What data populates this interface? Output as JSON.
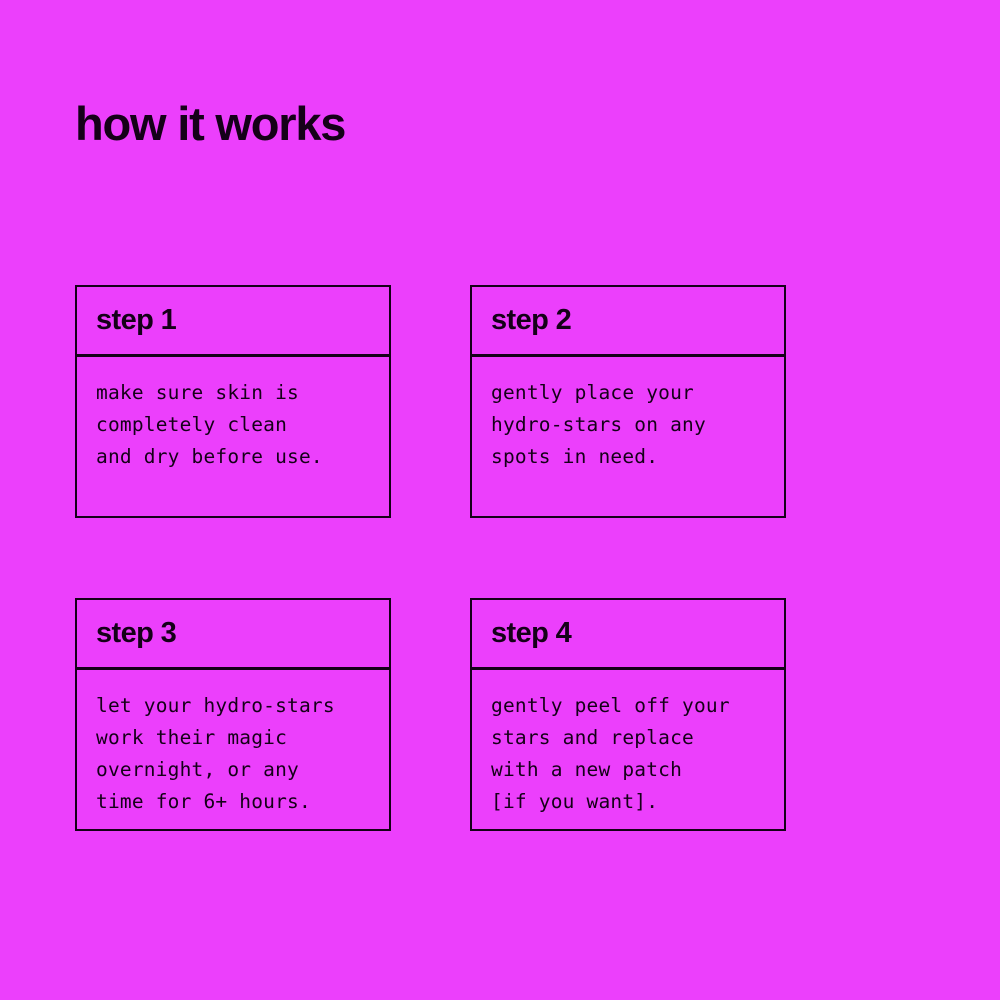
{
  "page": {
    "background_color": "#ec3ffc",
    "ink_color": "#150018",
    "title": "how it works"
  },
  "steps": [
    {
      "id": "step-1",
      "title": "step 1",
      "body": "make sure skin is\ncompletely clean\nand dry before use."
    },
    {
      "id": "step-2",
      "title": "step 2",
      "body": "gently place your\nhydro-stars on any\nspots in need."
    },
    {
      "id": "step-3",
      "title": "step 3",
      "body": "let your hydro-stars\nwork their magic\novernight, or any\ntime for 6+ hours."
    },
    {
      "id": "step-4",
      "title": "step 4",
      "body": "gently peel off your\nstars and replace\nwith a new patch\n[if you want]."
    }
  ]
}
